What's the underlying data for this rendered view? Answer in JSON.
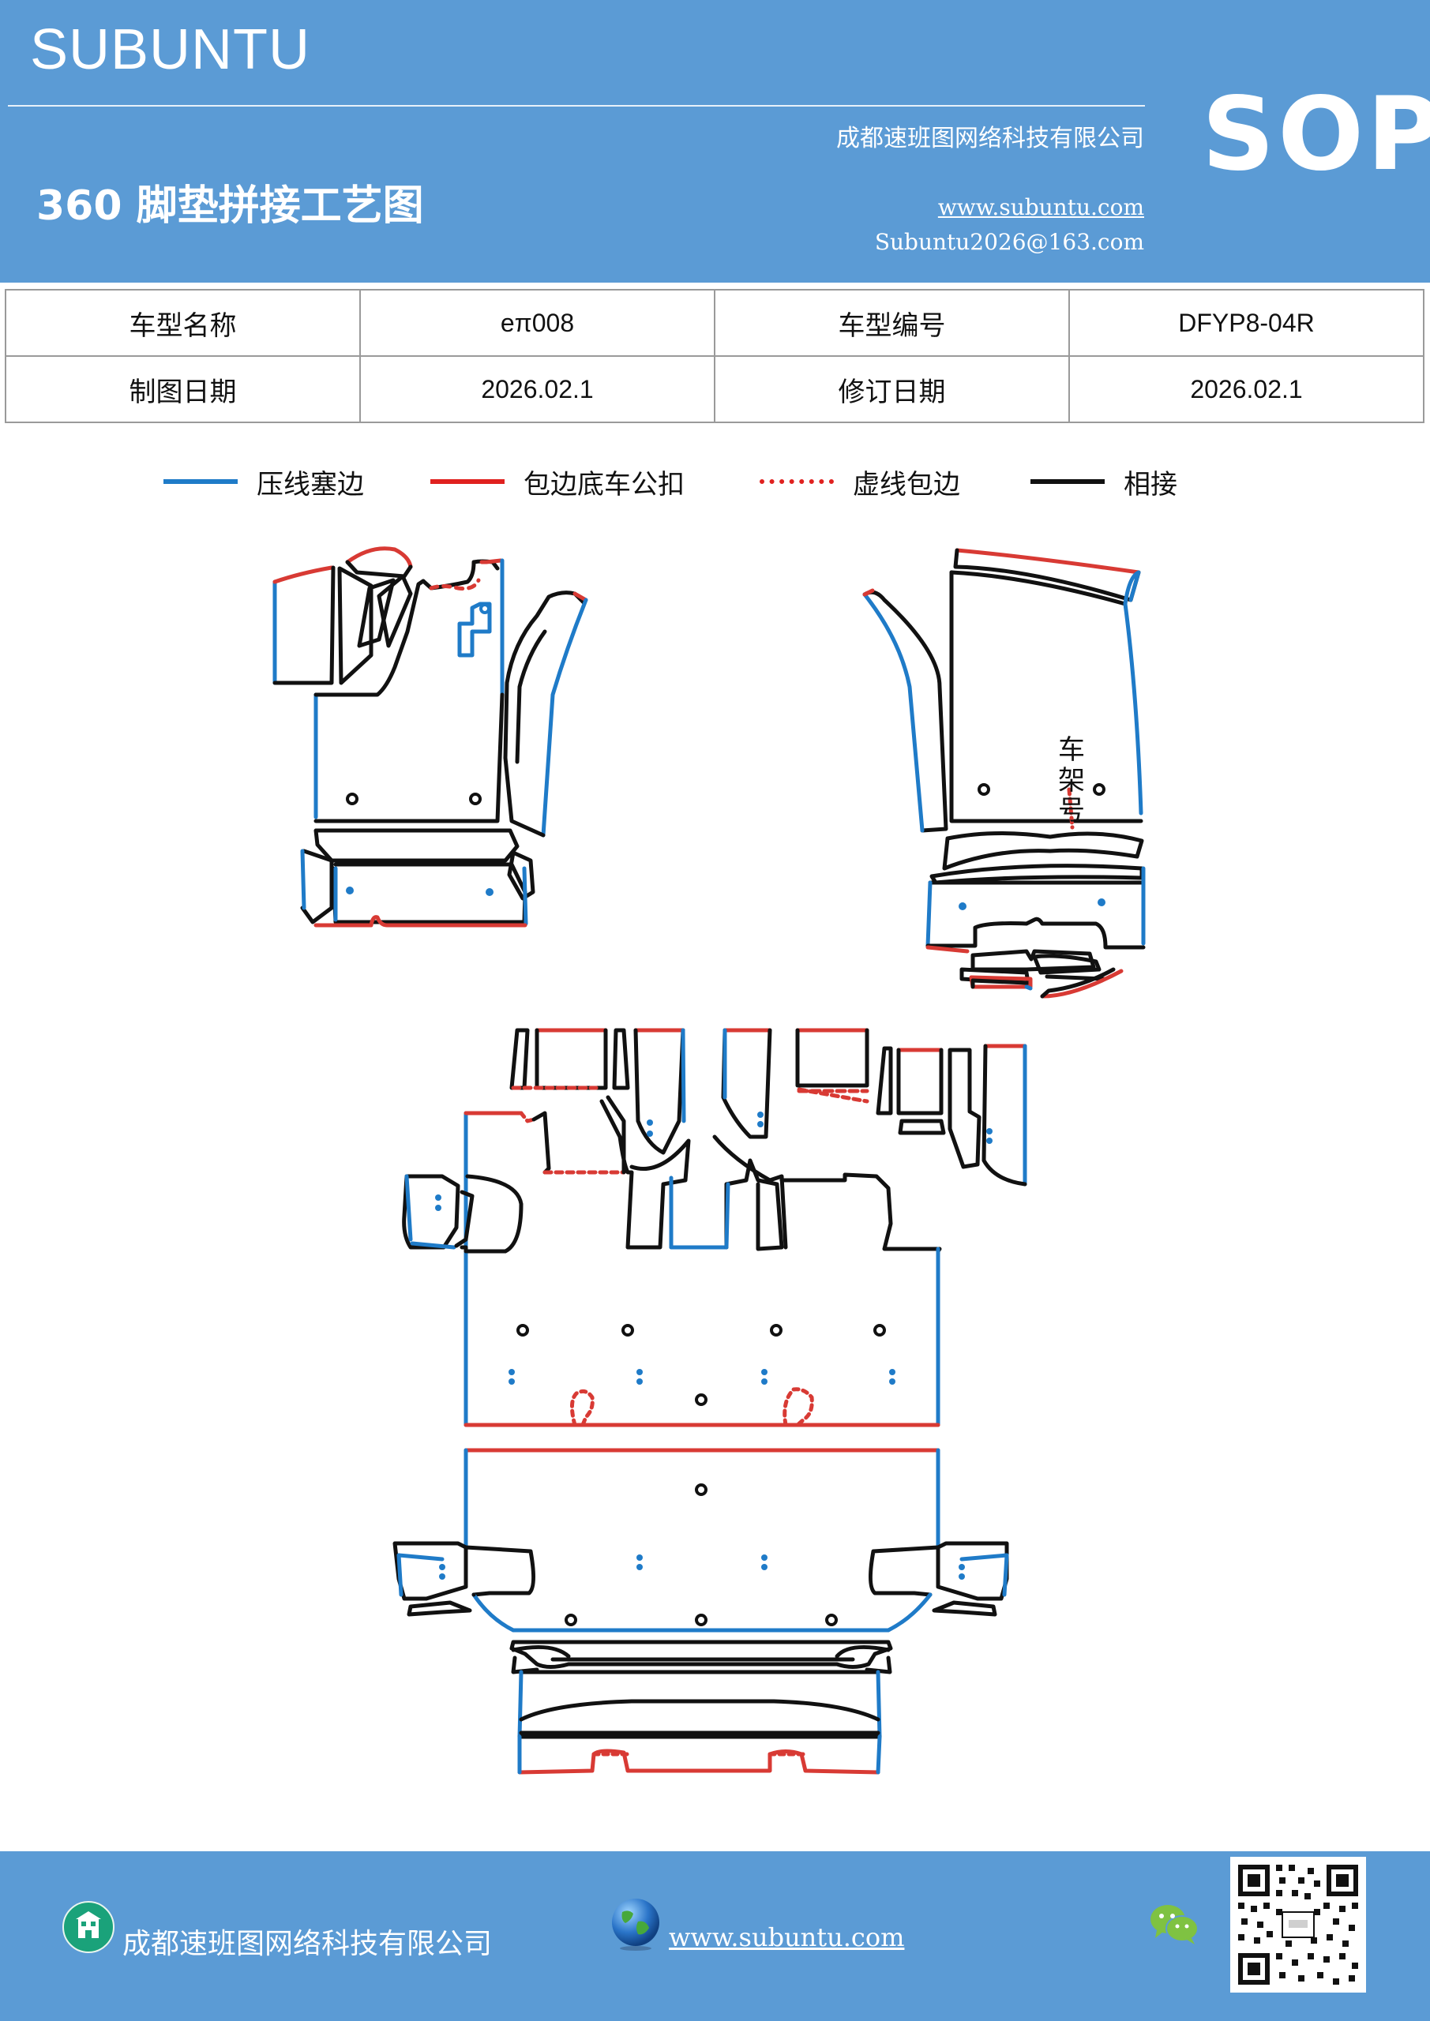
{
  "header": {
    "brand": "SUBUNTU",
    "company": "成都速班图网络科技有限公司",
    "title": "360 脚垫拼接工艺图",
    "website": "www.subuntu.com",
    "email": "Subuntu2026@163.com",
    "badge": "SOP"
  },
  "info_table": {
    "row1": {
      "label1": "车型名称",
      "value1": "eπ008",
      "label2": "车型编号",
      "value2": "DFYP8-04R"
    },
    "row2": {
      "label1": "制图日期",
      "value1": "2026.02.1",
      "label2": "修订日期",
      "value2": "2026.02.1"
    }
  },
  "legend": [
    {
      "label": "压线塞边",
      "color": "#1f7bc8",
      "style": "solid"
    },
    {
      "label": "包边底车公扣",
      "color": "#e0211f",
      "style": "solid"
    },
    {
      "label": "虚线包边",
      "color": "#e0211f",
      "style": "dotted"
    },
    {
      "label": "相接",
      "color": "#111111",
      "style": "solid"
    }
  ],
  "drawing": {
    "frame_label": "车架号",
    "colors": {
      "press": "#1f7bc8",
      "bind": "#d83a34",
      "join": "#111111"
    }
  },
  "footer": {
    "company": "成都速班图网络科技有限公司",
    "website": "www.subuntu.com",
    "icons": [
      "building-icon",
      "globe-icon",
      "wechat-icon",
      "qr-code"
    ]
  }
}
